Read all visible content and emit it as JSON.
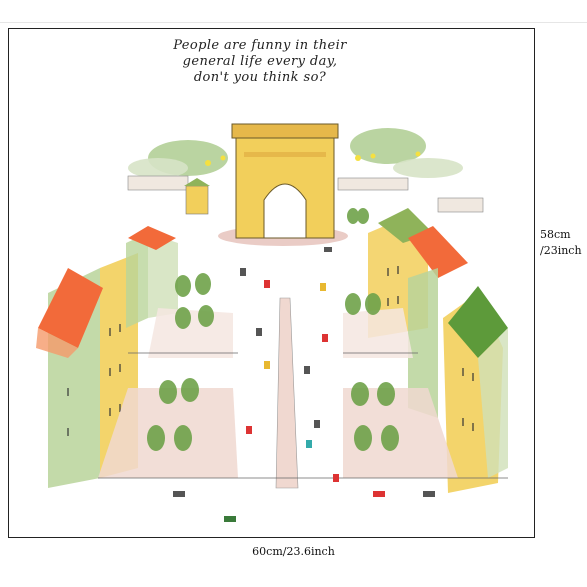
{
  "quote": {
    "line1": "People are funny in their",
    "line2": "general life every day,",
    "line3": "don't you think so?"
  },
  "dimensions": {
    "height_cm": "58cm",
    "height_inch": "/23inch",
    "width": "60cm/23.6inch"
  },
  "colors": {
    "frame": "#222222",
    "yellow": "#f2cf5b",
    "orange": "#f26a3a",
    "green": "#8fb35a",
    "pink": "#e8c6c0"
  }
}
